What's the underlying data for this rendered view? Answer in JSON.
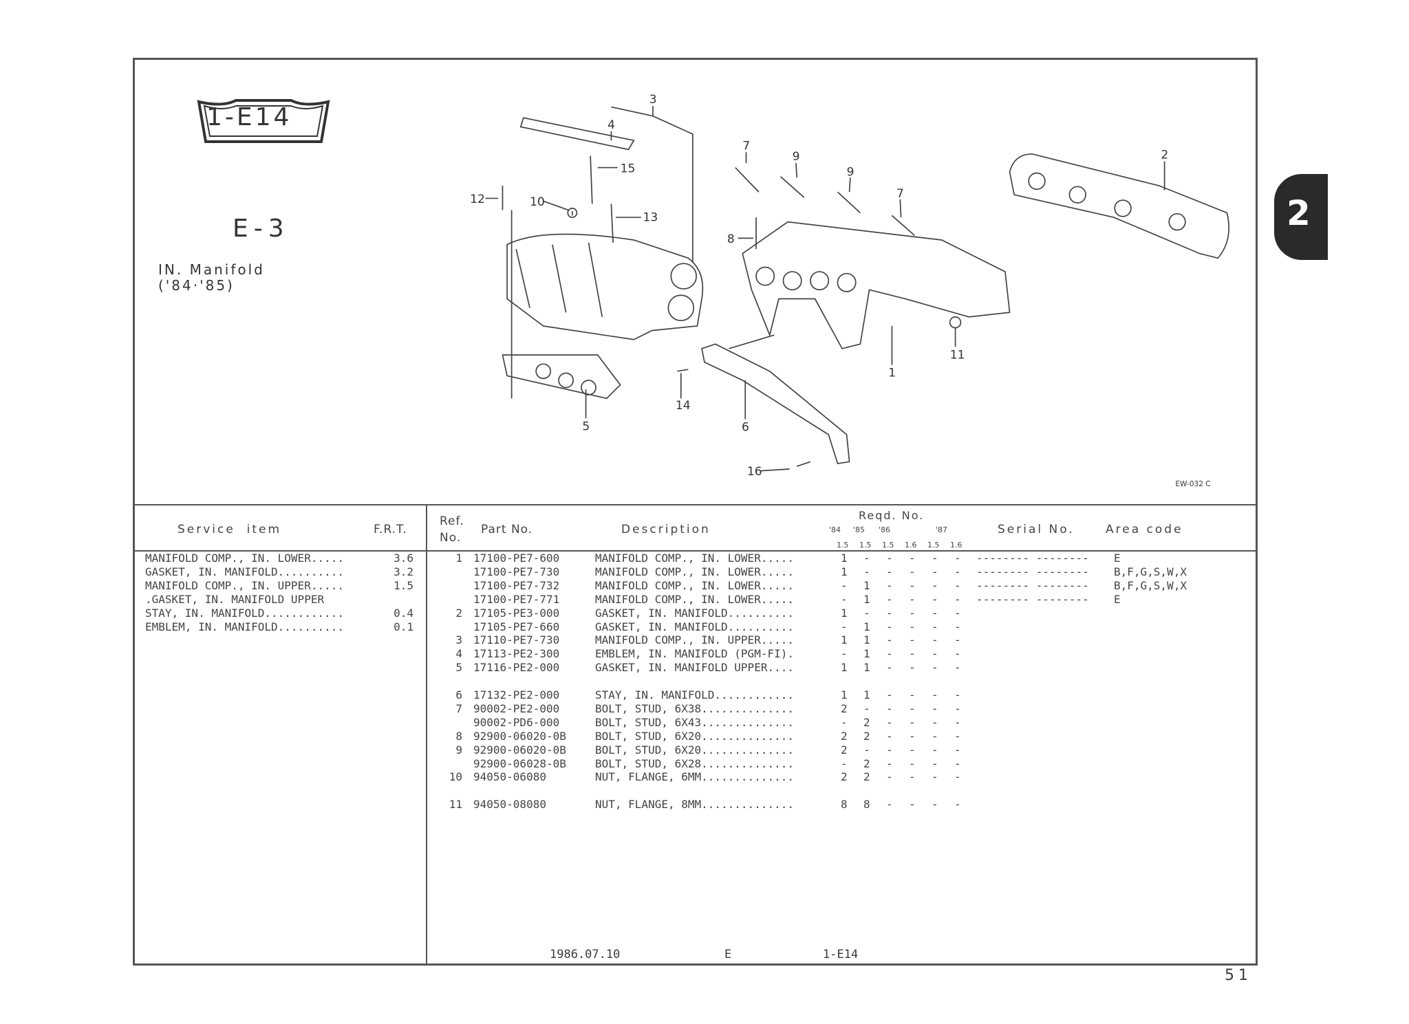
{
  "section_badge": "1-E14",
  "group_code": "E-3",
  "group_title": "IN. Manifold",
  "group_years": "('84·'85)",
  "side_tab": "2",
  "diagram": {
    "code": "EW-032 C",
    "callouts": [
      "3",
      "4",
      "15",
      "12",
      "10",
      "13",
      "7",
      "9",
      "9",
      "7",
      "8",
      "2",
      "11",
      "1",
      "14",
      "5",
      "6",
      "16"
    ]
  },
  "table_header": {
    "service_item": "Service  item",
    "frt": "F.R.T.",
    "ref": "Ref.",
    "no": "No.",
    "part_no": "Part No.",
    "description": "Description",
    "reqd": "Reqd. No.",
    "years": [
      "'84",
      "'85",
      "'86",
      "'87"
    ],
    "engines": [
      "1.5",
      "1.5",
      "1.5",
      "1.6",
      "1.5",
      "1.6"
    ],
    "serial": "Serial No.",
    "area": "Area code"
  },
  "service_items": [
    {
      "item": "MANIFOLD COMP., IN. LOWER.....",
      "frt": "3.6"
    },
    {
      "item": "GASKET, IN. MANIFOLD..........",
      "frt": "3.2"
    },
    {
      "item": "MANIFOLD COMP., IN. UPPER.....",
      "frt": "1.5"
    },
    {
      "item": ".GASKET, IN. MANIFOLD UPPER",
      "frt": ""
    },
    {
      "item": "STAY, IN. MANIFOLD............",
      "frt": "0.4"
    },
    {
      "item": "EMBLEM, IN. MANIFOLD..........",
      "frt": "0.1"
    }
  ],
  "parts_groups": [
    [
      {
        "ref": "1",
        "part": "17100-PE7-600",
        "desc": "MANIFOLD COMP., IN. LOWER.....",
        "qty": [
          "1",
          "-",
          "-",
          "-",
          "-",
          "-"
        ],
        "serial": "-------- --------",
        "area": "E"
      },
      {
        "ref": "",
        "part": "17100-PE7-730",
        "desc": "MANIFOLD COMP., IN. LOWER.....",
        "qty": [
          "1",
          "-",
          "-",
          "-",
          "-",
          "-"
        ],
        "serial": "-------- --------",
        "area": "B,F,G,S,W,X"
      },
      {
        "ref": "",
        "part": "17100-PE7-732",
        "desc": "MANIFOLD COMP., IN. LOWER.....",
        "qty": [
          "-",
          "1",
          "-",
          "-",
          "-",
          "-"
        ],
        "serial": "-------- --------",
        "area": "B,F,G,S,W,X"
      },
      {
        "ref": "",
        "part": "17100-PE7-771",
        "desc": "MANIFOLD COMP., IN. LOWER.....",
        "qty": [
          "-",
          "1",
          "-",
          "-",
          "-",
          "-"
        ],
        "serial": "-------- --------",
        "area": "E"
      },
      {
        "ref": "2",
        "part": "17105-PE3-000",
        "desc": "GASKET, IN. MANIFOLD..........",
        "qty": [
          "1",
          "-",
          "-",
          "-",
          "-",
          "-"
        ],
        "serial": "",
        "area": ""
      },
      {
        "ref": "",
        "part": "17105-PE7-660",
        "desc": "GASKET, IN. MANIFOLD..........",
        "qty": [
          "-",
          "1",
          "-",
          "-",
          "-",
          "-"
        ],
        "serial": "",
        "area": ""
      },
      {
        "ref": "3",
        "part": "17110-PE7-730",
        "desc": "MANIFOLD COMP., IN. UPPER.....",
        "qty": [
          "1",
          "1",
          "-",
          "-",
          "-",
          "-"
        ],
        "serial": "",
        "area": ""
      },
      {
        "ref": "4",
        "part": "17113-PE2-300",
        "desc": "EMBLEM, IN. MANIFOLD (PGM-FI).",
        "qty": [
          "-",
          "1",
          "-",
          "-",
          "-",
          "-"
        ],
        "serial": "",
        "area": ""
      },
      {
        "ref": "5",
        "part": "17116-PE2-000",
        "desc": "GASKET, IN. MANIFOLD UPPER....",
        "qty": [
          "1",
          "1",
          "-",
          "-",
          "-",
          "-"
        ],
        "serial": "",
        "area": ""
      }
    ],
    [
      {
        "ref": "6",
        "part": "17132-PE2-000",
        "desc": "STAY, IN. MANIFOLD............",
        "qty": [
          "1",
          "1",
          "-",
          "-",
          "-",
          "-"
        ],
        "serial": "",
        "area": ""
      },
      {
        "ref": "7",
        "part": "90002-PE2-000",
        "desc": "BOLT, STUD, 6X38..............",
        "qty": [
          "2",
          "-",
          "-",
          "-",
          "-",
          "-"
        ],
        "serial": "",
        "area": ""
      },
      {
        "ref": "",
        "part": "90002-PD6-000",
        "desc": "BOLT, STUD, 6X43..............",
        "qty": [
          "-",
          "2",
          "-",
          "-",
          "-",
          "-"
        ],
        "serial": "",
        "area": ""
      },
      {
        "ref": "8",
        "part": "92900-06020-0B",
        "desc": "BOLT, STUD, 6X20..............",
        "qty": [
          "2",
          "2",
          "-",
          "-",
          "-",
          "-"
        ],
        "serial": "",
        "area": ""
      },
      {
        "ref": "9",
        "part": "92900-06020-0B",
        "desc": "BOLT, STUD, 6X20..............",
        "qty": [
          "2",
          "-",
          "-",
          "-",
          "-",
          "-"
        ],
        "serial": "",
        "area": ""
      },
      {
        "ref": "",
        "part": "92900-06028-0B",
        "desc": "BOLT, STUD, 6X28..............",
        "qty": [
          "-",
          "2",
          "-",
          "-",
          "-",
          "-"
        ],
        "serial": "",
        "area": ""
      },
      {
        "ref": "10",
        "part": "94050-06080",
        "desc": "NUT, FLANGE, 6MM..............",
        "qty": [
          "2",
          "2",
          "-",
          "-",
          "-",
          "-"
        ],
        "serial": "",
        "area": ""
      }
    ],
    [
      {
        "ref": "11",
        "part": "94050-08080",
        "desc": "NUT, FLANGE, 8MM..............",
        "qty": [
          "8",
          "8",
          "-",
          "-",
          "-",
          "-"
        ],
        "serial": "",
        "area": ""
      }
    ]
  ],
  "footer": {
    "date": "1986.07.10",
    "area": "E",
    "section": "1-E14"
  },
  "page_number": "51"
}
